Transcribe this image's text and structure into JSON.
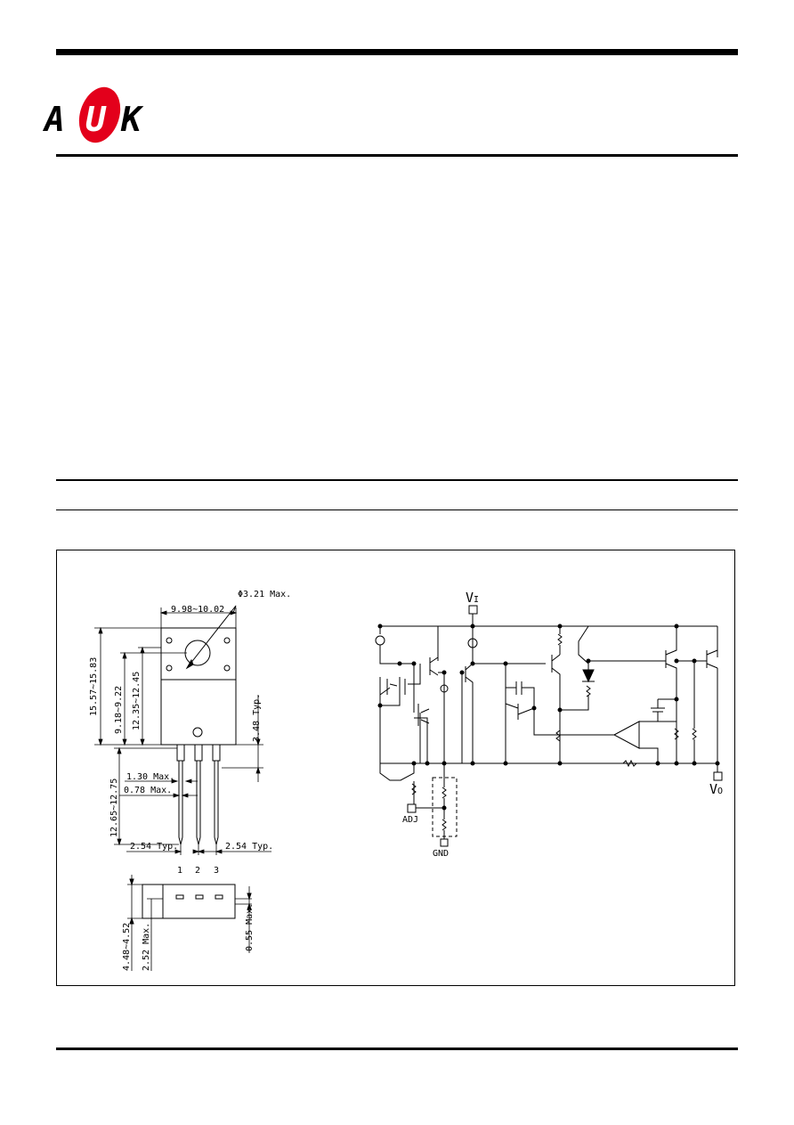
{
  "logo": {
    "letters": [
      "A",
      "U",
      "K"
    ],
    "accent": "#e3001b"
  },
  "package": {
    "dims": {
      "hole_diameter": "Φ3.21 Max.",
      "width": "9.98~10.02",
      "total_height": "15.57~15.83",
      "to_hole": "9.18~9.22",
      "body_height": "12.35~12.45",
      "tab_thickness": "3.48 Typ.",
      "lead_length": "12.65~12.75",
      "lead_width_max": "1.30 Max.",
      "lead_width_min": "0.78 Max.",
      "pitch_left": "2.54 Typ.",
      "pitch_right": "2.54 Typ.",
      "side_thickness": "4.48~4.52",
      "side_lead": "2.52 Max.",
      "side_lead_thick": "0.55 Max."
    },
    "pin_numbers": [
      "1",
      "2",
      "3"
    ]
  },
  "schematic": {
    "vi_label": "V",
    "vi_sub": "I",
    "vo_label": "V",
    "vo_sub": "O",
    "adj_label": "ADJ",
    "gnd_label": "GND"
  }
}
